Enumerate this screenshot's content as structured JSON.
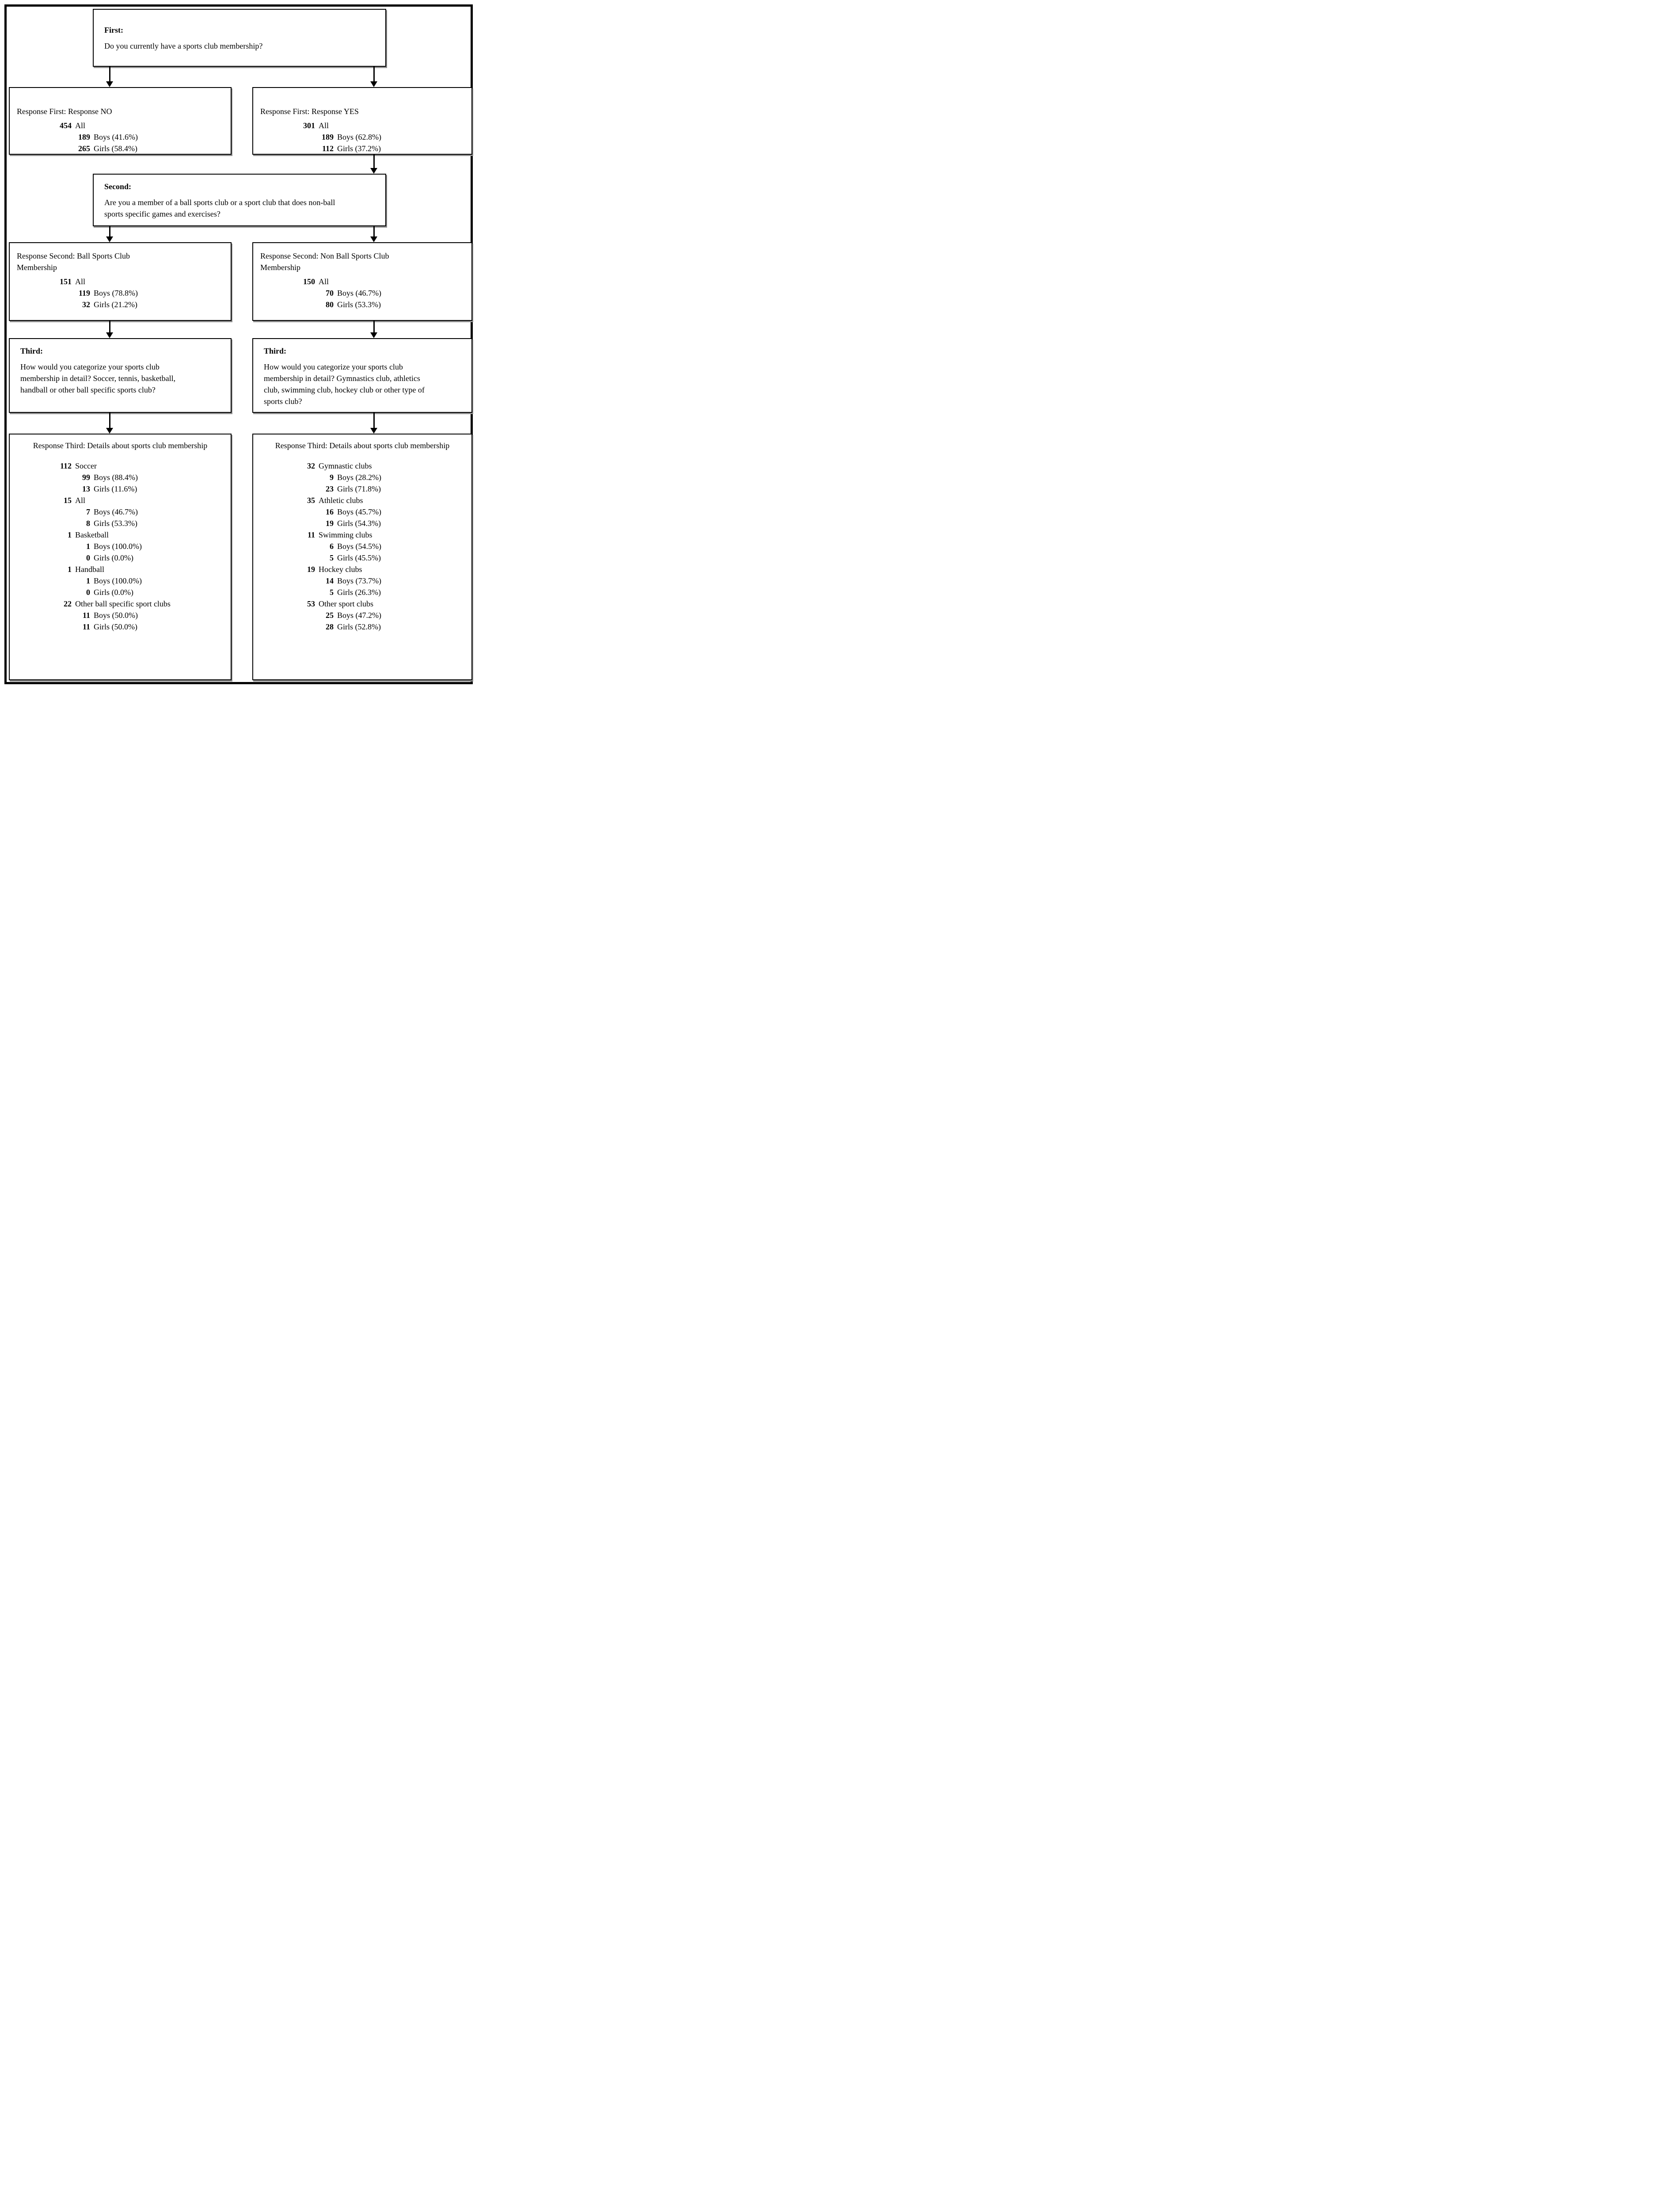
{
  "colors": {
    "background": "#ffffff",
    "box_border": "#000000",
    "box_shadow": "#8f8f8f",
    "text": "#000000",
    "arrow": "#000000"
  },
  "icons": {
    "connector": "arrow-down"
  },
  "boxes": {
    "first": {
      "heading": "First:",
      "body": "Do you currently have a sports club membership?"
    },
    "response_first_no": {
      "title": "Response First: Response NO",
      "items": [
        {
          "num": "454",
          "label": "All",
          "level": 1
        },
        {
          "num": "189",
          "label": "Boys (41.6%)",
          "level": 2
        },
        {
          "num": "265",
          "label": "Girls (58.4%)",
          "level": 2
        }
      ]
    },
    "response_first_yes": {
      "title": "Response First: Response YES",
      "items": [
        {
          "num": "301",
          "label": "All",
          "level": 1
        },
        {
          "num": "189",
          "label": "Boys (62.8%)",
          "level": 2
        },
        {
          "num": "112",
          "label": "Girls (37.2%)",
          "level": 2
        }
      ]
    },
    "second": {
      "heading": "Second:",
      "body": "Are you a member of a ball sports club or a sport club that does non-ball sports specific games and exercises?"
    },
    "response_second_ball": {
      "title": "Response Second: Ball Sports Club Membership",
      "items": [
        {
          "num": "151",
          "label": "All",
          "level": 1
        },
        {
          "num": "119",
          "label": "Boys (78.8%)",
          "level": 2
        },
        {
          "num": "32",
          "label": "Girls (21.2%)",
          "level": 2
        }
      ]
    },
    "response_second_nonball": {
      "title": "Response Second: Non Ball Sports Club Membership",
      "items": [
        {
          "num": "150",
          "label": "All",
          "level": 1
        },
        {
          "num": "70",
          "label": "Boys (46.7%)",
          "level": 2
        },
        {
          "num": "80",
          "label": "Girls (53.3%)",
          "level": 2
        }
      ]
    },
    "third_ball": {
      "heading": "Third:",
      "body": "How would you categorize your sports club membership in detail? Soccer, tennis, basketball, handball or other ball specific sports club?"
    },
    "third_nonball": {
      "heading": "Third:",
      "body": "How would you categorize your sports club membership in detail? Gymnastics club, athletics club, swimming club, hockey club or other type of sports club?"
    },
    "response_third_ball": {
      "title": "Response Third: Details about sports club membership",
      "items": [
        {
          "num": "112",
          "label": "Soccer",
          "level": 1
        },
        {
          "num": "99",
          "label": "Boys (88.4%)",
          "level": 2
        },
        {
          "num": "13",
          "label": "Girls (11.6%)",
          "level": 2
        },
        {
          "num": "15",
          "label": "All",
          "level": 1
        },
        {
          "num": "7",
          "label": "Boys (46.7%)",
          "level": 2
        },
        {
          "num": "8",
          "label": "Girls (53.3%)",
          "level": 2
        },
        {
          "num": "1",
          "label": "Basketball",
          "level": 1
        },
        {
          "num": "1",
          "label": "Boys (100.0%)",
          "level": 2
        },
        {
          "num": "0",
          "label": "Girls (0.0%)",
          "level": 2
        },
        {
          "num": "1",
          "label": "Handball",
          "level": 1
        },
        {
          "num": "1",
          "label": "Boys (100.0%)",
          "level": 2
        },
        {
          "num": "0",
          "label": "Girls (0.0%)",
          "level": 2
        },
        {
          "num": "22",
          "label": "Other ball specific sport clubs",
          "level": 1
        },
        {
          "num": "11",
          "label": "Boys (50.0%)",
          "level": 2
        },
        {
          "num": "11",
          "label": "Girls (50.0%)",
          "level": 2
        }
      ]
    },
    "response_third_nonball": {
      "title": "Response Third: Details about sports club membership",
      "items": [
        {
          "num": "32",
          "label": "Gymnastic clubs",
          "level": 1
        },
        {
          "num": "9",
          "label": "Boys (28.2%)",
          "level": 2
        },
        {
          "num": "23",
          "label": "Girls (71.8%)",
          "level": 2
        },
        {
          "num": "35",
          "label": "Athletic clubs",
          "level": 1
        },
        {
          "num": "16",
          "label": "Boys (45.7%)",
          "level": 2
        },
        {
          "num": "19",
          "label": "Girls (54.3%)",
          "level": 2
        },
        {
          "num": "11",
          "label": "Swimming clubs",
          "level": 1
        },
        {
          "num": "6",
          "label": "Boys (54.5%)",
          "level": 2
        },
        {
          "num": "5",
          "label": "Girls (45.5%)",
          "level": 2
        },
        {
          "num": "19",
          "label": "Hockey clubs",
          "level": 1
        },
        {
          "num": "14",
          "label": "Boys (73.7%)",
          "level": 2
        },
        {
          "num": "5",
          "label": "Girls (26.3%)",
          "level": 2
        },
        {
          "num": "53",
          "label": "Other sport clubs",
          "level": 1
        },
        {
          "num": "25",
          "label": "Boys (47.2%)",
          "level": 2
        },
        {
          "num": "28",
          "label": "Girls (52.8%)",
          "level": 2
        }
      ]
    }
  }
}
